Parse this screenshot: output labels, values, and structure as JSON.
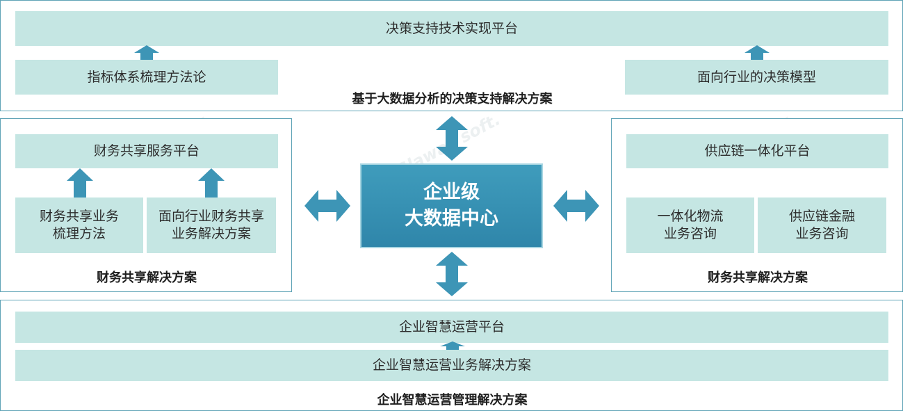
{
  "top": {
    "platform": "决策支持技术实现平台",
    "left_item": "指标体系梳理方法论",
    "right_item": "面向行业的决策模型",
    "title": "基于大数据分析的决策支持解决方案"
  },
  "left": {
    "platform": "财务共享服务平台",
    "item1": "财务共享业务\n梳理方法",
    "item2": "面向行业财务共享\n业务解决方案",
    "title": "财务共享解决方案"
  },
  "center": {
    "label": "企业级\n大数据中心"
  },
  "right": {
    "platform": "供应链一体化平台",
    "item1": "一体化物流\n业务咨询",
    "item2": "供应链金融\n业务咨询",
    "title": "财务共享解决方案"
  },
  "bottom": {
    "platform": "企业智慧运营平台",
    "item": "企业智慧运营业务解决方案",
    "title": "企业智慧运营管理解决方案"
  },
  "watermark": "Glaway soft.",
  "colors": {
    "panel_border": "#5fa3b6",
    "box_fill": "#c5e6e3",
    "arrow": "#3d95b6",
    "center_fill": "#3391b5"
  },
  "icons": [
    "arrow-up-icon",
    "double-arrow-horizontal-icon",
    "double-arrow-vertical-icon"
  ]
}
